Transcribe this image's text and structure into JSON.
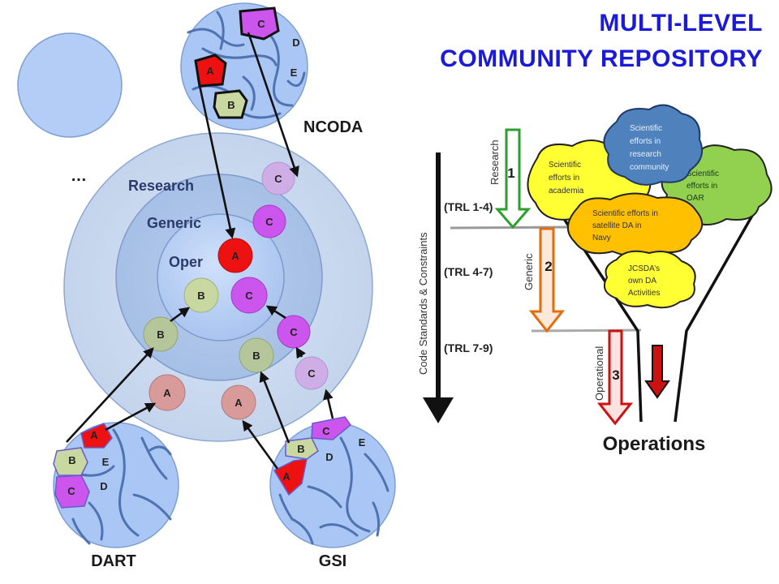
{
  "title": {
    "line1": "MULTI-LEVEL",
    "line2": "COMMUNITY REPOSITORY"
  },
  "rings": {
    "research": "Research",
    "generic": "Generic",
    "oper": "Oper"
  },
  "ellipsis": "…",
  "sources": {
    "ncoda": "NCODA",
    "dart": "DART",
    "gsi": "GSI"
  },
  "modules": {
    "a": "A",
    "b": "B",
    "c": "C",
    "d": "D",
    "e": "E"
  },
  "funnel": {
    "code_standards": "Code Standards & Constraints",
    "trl_1": "(TRL 1-4)",
    "trl_2": "(TRL 4-7)",
    "trl_3": "(TRL 7-9)",
    "stage_research": "Research",
    "stage_generic": "Generic",
    "stage_operational": "Operational",
    "num_1": "1",
    "num_2": "2",
    "num_3": "3",
    "operations": "Operations"
  },
  "clouds": {
    "academia": [
      "Scientific",
      "efforts  in",
      "academia"
    ],
    "research_community": [
      "Scientific",
      "efforts in",
      "research",
      "community"
    ],
    "oar": [
      "Scientific",
      "efforts in",
      "OAR"
    ],
    "navy": [
      "Scientific efforts in",
      "satellite DA in",
      "Navy"
    ],
    "jcsda": [
      "JCSDA’s",
      "own DA",
      "Activities"
    ]
  },
  "colors": {
    "title": "#1a1ad8",
    "module_red": "#ee1111",
    "module_green": "#c8d8a0",
    "module_purple": "#cc55ee",
    "cloud_yellow": "#ffff33",
    "cloud_blue": "#4f81bd",
    "cloud_green": "#92d050",
    "cloud_orange": "#ffc000",
    "arrow_green": "#2e9e2e",
    "arrow_orange": "#e46c0a",
    "arrow_red": "#cc1111"
  }
}
